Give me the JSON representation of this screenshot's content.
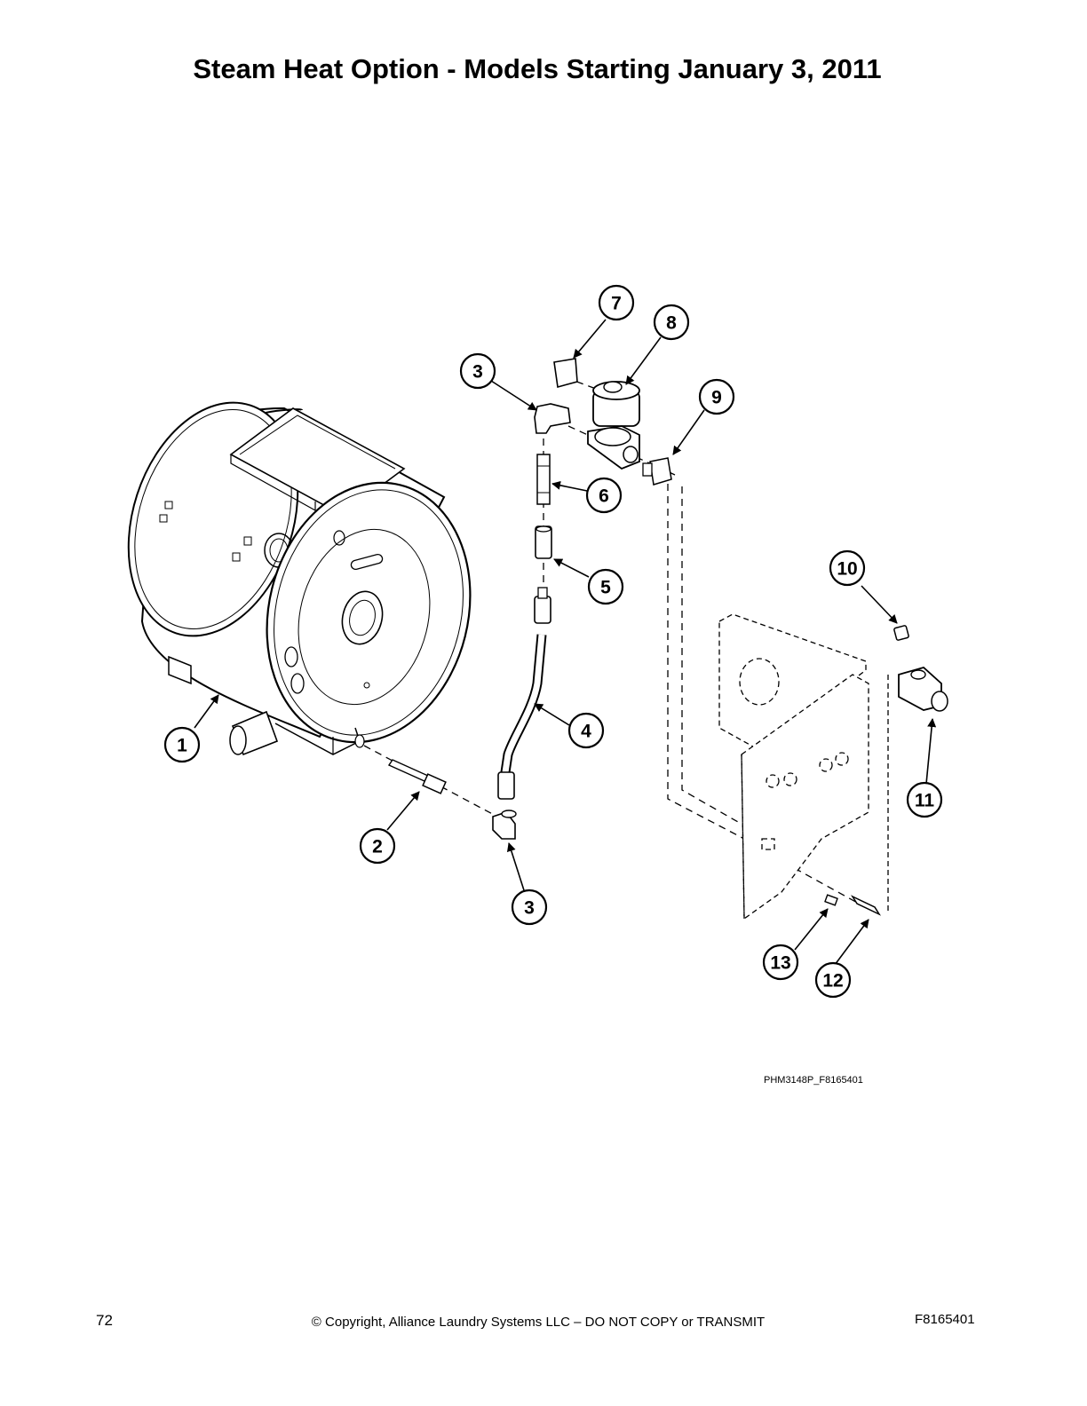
{
  "title": "Steam Heat Option - Models Starting January 3, 2011",
  "figure_id": "PHM3148P_F8165401",
  "callouts": [
    "1",
    "2",
    "3",
    "3",
    "4",
    "5",
    "6",
    "7",
    "8",
    "9",
    "10",
    "11",
    "12",
    "13"
  ],
  "footer": {
    "page_number": "72",
    "copyright": "© Copyright, Alliance Laundry Systems LLC – DO NOT COPY or TRANSMIT",
    "doc_number": "F8165401"
  }
}
